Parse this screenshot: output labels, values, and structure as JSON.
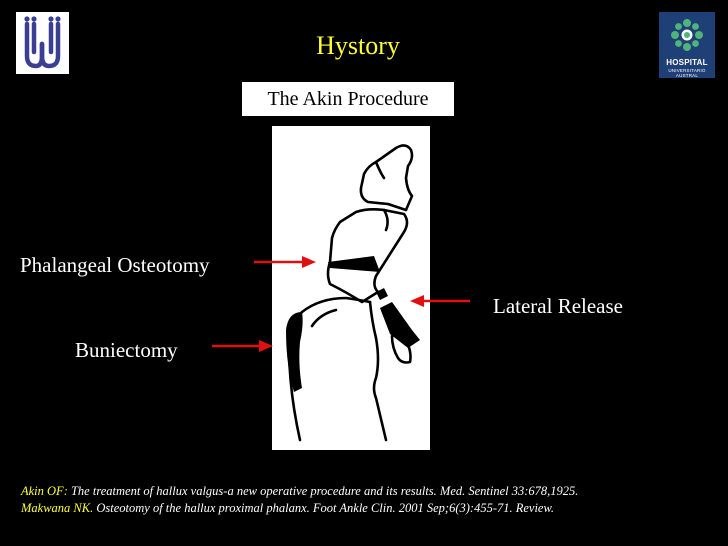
{
  "slide": {
    "title": "Hystory",
    "subtitle": "The Akin Procedure",
    "labels": {
      "phalangeal_osteotomy": "Phalangeal Osteotomy",
      "lateral_release": "Lateral Release",
      "buniectomy": "Buniectomy"
    },
    "references": [
      {
        "author": "Akin OF:",
        "text": " The treatment of hallux valgus-a new operative procedure and its results. Med. Sentinel 33:678,1925."
      },
      {
        "author": "Makwana NK.",
        "text": " Osteotomy of the hallux proximal phalanx. Foot Ankle Clin. 2001 Sep;6(3):455-71. Review."
      }
    ]
  },
  "logos": {
    "left": {
      "icon": "university-logo-icon"
    },
    "right": {
      "icon": "hospital-austral-logo-icon",
      "line1": "HOSPITAL",
      "line2": "UNIVERSITARIO AUSTRAL"
    }
  },
  "colors": {
    "background": "#000000",
    "title": "#ffff33",
    "author": "#ffff33",
    "arrow": "#e01010",
    "text": "#ffffff"
  }
}
